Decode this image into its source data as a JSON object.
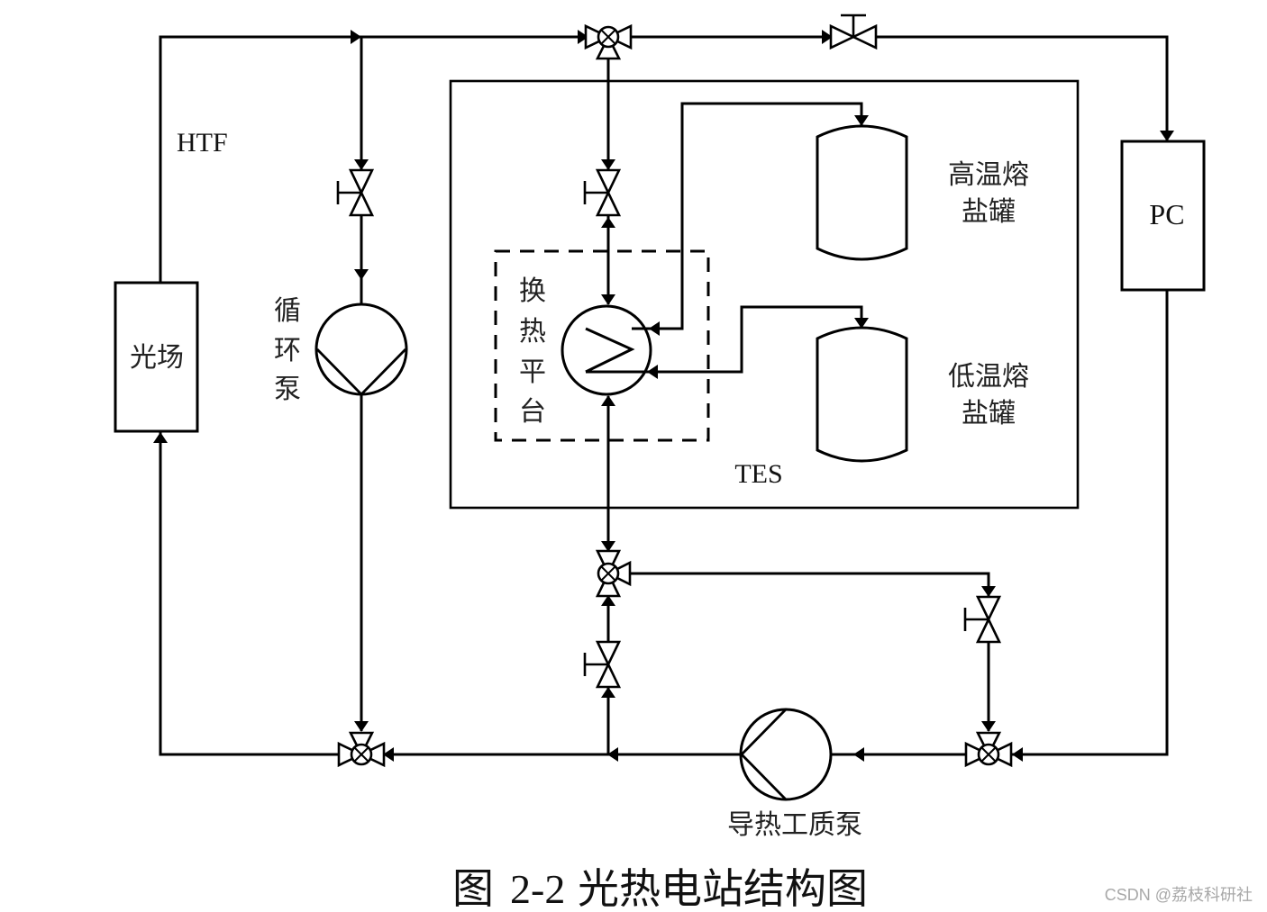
{
  "diagram": {
    "title": "光热电站结构图",
    "labels": {
      "htf": "HTF",
      "solar_field": "光场",
      "pc": "PC",
      "tes": "TES",
      "circulation_pump": [
        "循",
        "环",
        "泵"
      ],
      "heat_exchange_platform": [
        "换",
        "热",
        "平",
        "台"
      ],
      "high_temp_tank": [
        "高温熔",
        "盐罐"
      ],
      "low_temp_tank": [
        "低温熔",
        "盐罐"
      ],
      "htf_pump": "导热工质泵"
    },
    "components": [
      {
        "id": "solar_field",
        "type": "block",
        "label": "光场"
      },
      {
        "id": "pc",
        "type": "block",
        "label": "PC"
      },
      {
        "id": "tes",
        "type": "container",
        "label": "TES"
      },
      {
        "id": "heat_exchanger",
        "type": "heat-exchanger",
        "label": "换热平台"
      },
      {
        "id": "high_temp_tank",
        "type": "tank",
        "label": "高温熔盐罐"
      },
      {
        "id": "low_temp_tank",
        "type": "tank",
        "label": "低温熔盐罐"
      },
      {
        "id": "circulation_pump",
        "type": "pump",
        "label": "循环泵"
      },
      {
        "id": "htf_pump",
        "type": "pump",
        "label": "导热工质泵"
      },
      {
        "id": "valve_top_3way",
        "type": "three-way-valve"
      },
      {
        "id": "valve_top_right",
        "type": "globe-valve"
      },
      {
        "id": "valve_left_branch",
        "type": "globe-valve"
      },
      {
        "id": "valve_hx_top",
        "type": "globe-valve"
      },
      {
        "id": "valve_hx_bottom_3way",
        "type": "three-way-valve"
      },
      {
        "id": "valve_lower_mid",
        "type": "globe-valve"
      },
      {
        "id": "valve_right_branch",
        "type": "globe-valve"
      },
      {
        "id": "valve_bottom_left_3way",
        "type": "three-way-valve"
      },
      {
        "id": "valve_bottom_right_3way",
        "type": "three-way-valve"
      }
    ]
  },
  "caption": {
    "prefix": "图",
    "number": "2-2",
    "text": "光热电站结构图"
  },
  "watermark": "CSDN @荔枝科研社"
}
